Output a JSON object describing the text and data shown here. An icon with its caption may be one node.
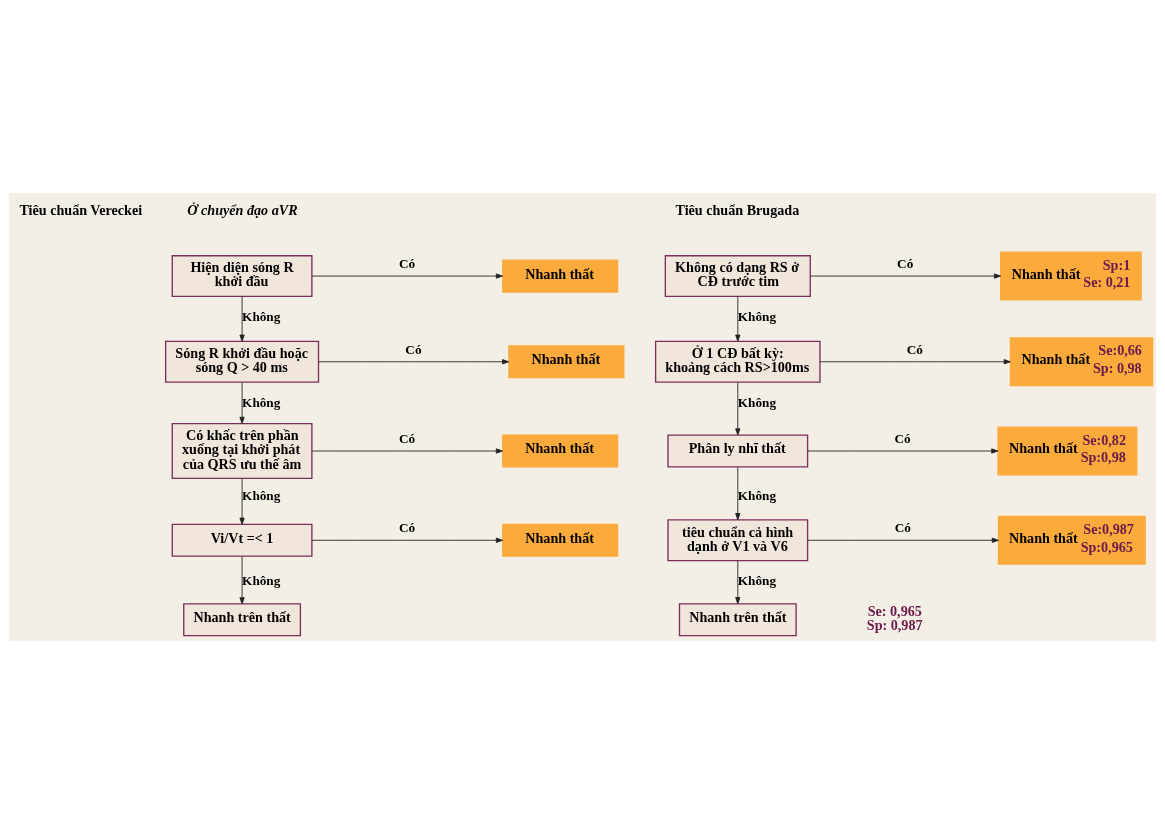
{
  "diagram": {
    "nodes": [
      {
        "text": [
          "Hiện diện sóng R khởi đầu"
        ]
      },
      {
        "text": [
          "Nhanh thất"
        ]
      },
      {
        "text": [
          "Sóng R khởi đầu hoặc sóng Q > 40 ms"
        ]
      },
      {
        "text": [
          "Nhanh thất"
        ]
      },
      {
        "text": [
          "Có khấc trên phần xuống tại khởi phát của QRS ưu thế âm"
        ]
      },
      {
        "text": [
          "Nhanh thất"
        ]
      },
      {
        "text": [
          "Vi/Vt =< 1"
        ]
      },
      {
        "text": [
          "Nhanh thất"
        ]
      },
      {
        "text": [
          "Nhanh trên thất"
        ]
      },
      {
        "text": [
          "Không có dạng RS ở CĐ trước tim"
        ]
      },
      {
        "text": [
          "Nhanh thất",
          "Sp:1",
          "Se: 0,21"
        ]
      },
      {
        "text": [
          "Ở 1 CĐ bất kỳ: khoảng cách RS>100ms"
        ]
      },
      {
        "text": [
          "Nhanh thất",
          "Se:0,66",
          "Sp: 0,98"
        ]
      },
      {
        "text": [
          "Phân ly nhĩ thất"
        ]
      },
      {
        "text": [
          "Nhanh thất",
          "Se:0,82",
          "Sp:0,98"
        ]
      },
      {
        "text": [
          "tiêu chuẩn cả hình dạnh ở V1 và V6"
        ]
      },
      {
        "text": [
          "Nhanh thất",
          "Se:0,987",
          "Sp:0,965"
        ]
      },
      {
        "text": [
          "Nhanh trên thất"
        ],
        "beside": [
          "Se: 0,965",
          "Sp: 0,987"
        ]
      }
    ],
    "edges": [
      {
        "from": 0,
        "to": 1,
        "arrow": "to",
        "label": "Có"
      },
      {
        "from": 0,
        "to": 2,
        "arrow": "to",
        "label": "Không"
      },
      {
        "from": 2,
        "to": 3,
        "arrow": "to",
        "label": "Có"
      },
      {
        "from": 2,
        "to": 4,
        "arrow": "to",
        "label": "Không"
      },
      {
        "from": 4,
        "to": 5,
        "arrow": "to",
        "label": "Có"
      },
      {
        "from": 4,
        "to": 6,
        "arrow": "to",
        "label": "Không"
      },
      {
        "from": 6,
        "to": 7,
        "arrow": "to",
        "label": "Có"
      },
      {
        "from": 6,
        "to": 8,
        "arrow": "to",
        "label": "Không"
      },
      {
        "from": 9,
        "to": 10,
        "arrow": "to",
        "label": "Có"
      },
      {
        "from": 9,
        "to": 11,
        "arrow": "to",
        "label": "Không"
      },
      {
        "from": 11,
        "to": 12,
        "arrow": "to",
        "label": "Có"
      },
      {
        "from": 11,
        "to": 13,
        "arrow": "to",
        "label": "Không"
      },
      {
        "from": 13,
        "to": 14,
        "arrow": "to",
        "label": "Có"
      },
      {
        "from": 13,
        "to": 15,
        "arrow": "to",
        "label": "Không"
      },
      {
        "from": 15,
        "to": 16,
        "arrow": "to",
        "label": "Có"
      },
      {
        "from": 15,
        "to": 17,
        "arrow": "to",
        "label": "Không"
      }
    ],
    "labels": [
      "Tiêu chuẩn Vereckei",
      "Ở chuyển đạo aVR",
      "Tiêu chuẩn Brugada"
    ]
  }
}
